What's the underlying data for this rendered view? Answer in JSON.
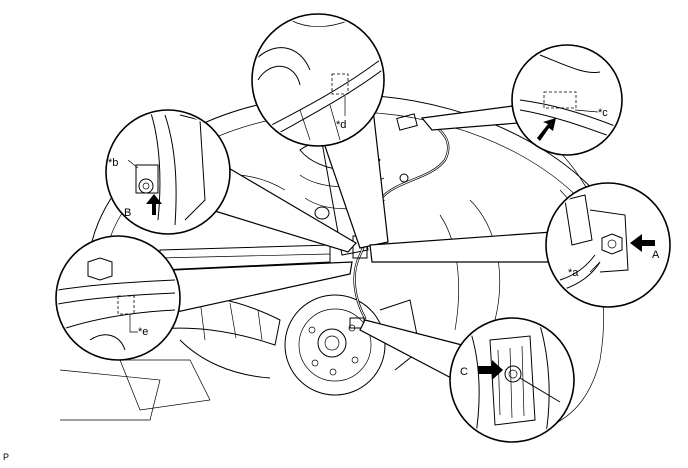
{
  "diagram": {
    "view_labels": {
      "A": "A",
      "B": "B",
      "C": "C"
    },
    "callout_labels": {
      "a": "*a",
      "b": "*b",
      "c": "*c",
      "d": "*d",
      "e": "*e"
    },
    "footer_mark": "P"
  }
}
